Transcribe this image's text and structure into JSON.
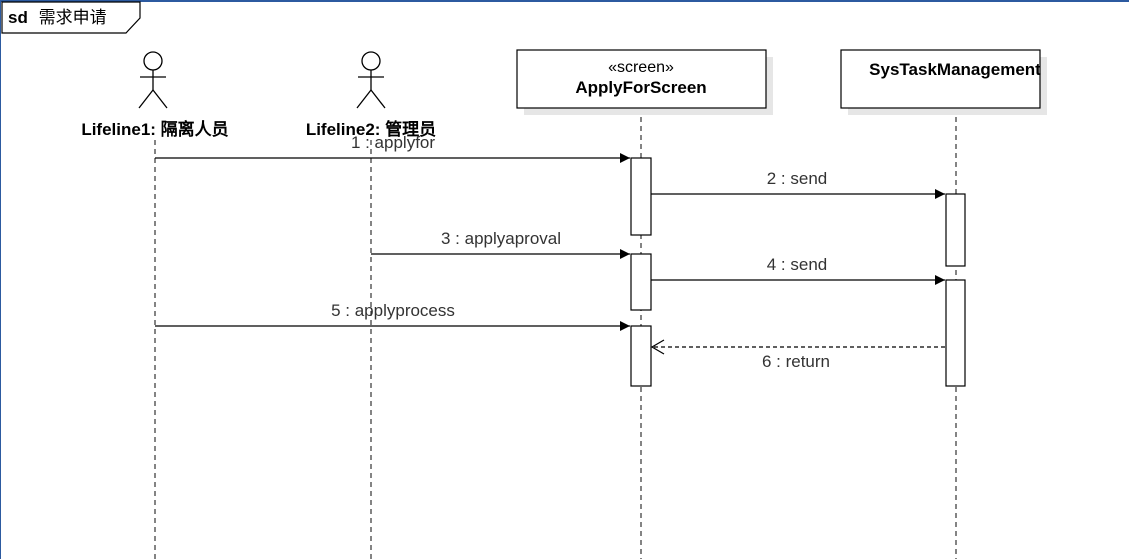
{
  "frame": {
    "keyword": "sd",
    "title": "需求申请"
  },
  "lifelines": [
    {
      "id": "l1",
      "kind": "actor",
      "name": "Lifeline1: 隔离人员"
    },
    {
      "id": "l2",
      "kind": "actor",
      "name": "Lifeline2: 管理员"
    },
    {
      "id": "l3",
      "kind": "object",
      "stereotype": "«screen»",
      "name": "ApplyForScreen"
    },
    {
      "id": "l4",
      "kind": "object",
      "name": "SysTaskManagement"
    }
  ],
  "messages": [
    {
      "label": "1 : applyfor",
      "from": "l1",
      "to": "l3",
      "type": "sync"
    },
    {
      "label": "2 : send",
      "from": "l3",
      "to": "l4",
      "type": "sync"
    },
    {
      "label": "3 : applyaproval",
      "from": "l2",
      "to": "l3",
      "type": "sync"
    },
    {
      "label": "4 : send",
      "from": "l3",
      "to": "l4",
      "type": "sync"
    },
    {
      "label": "5 : applyprocess",
      "from": "l1",
      "to": "l3",
      "type": "sync"
    },
    {
      "label": "6 : return",
      "from": "l4",
      "to": "l3",
      "type": "return"
    }
  ],
  "colors": {
    "line": "#000000",
    "lifeline": "#333333",
    "label": "#333333",
    "accent": "#2c5aa0"
  }
}
